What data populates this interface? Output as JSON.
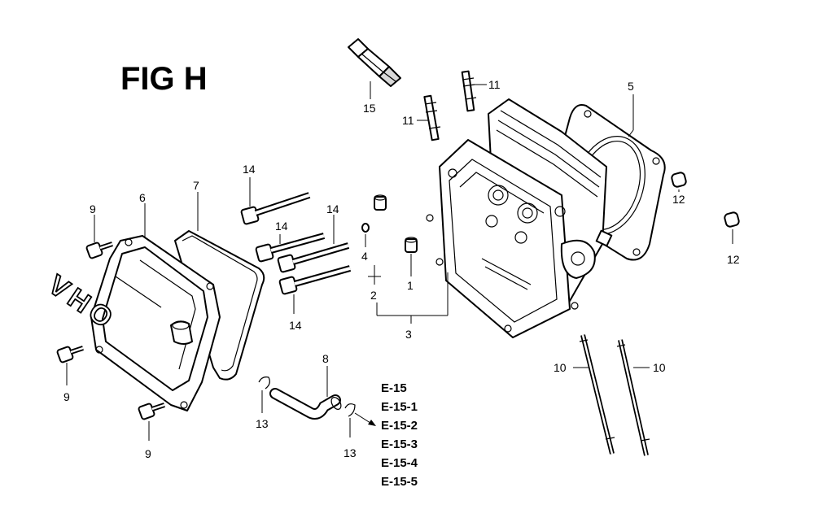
{
  "figure_title": "FIG H",
  "callouts": {
    "c1": "1",
    "c2": "2",
    "c3": "3",
    "c4": "4",
    "c5": "5",
    "c6": "6",
    "c7": "7",
    "c8": "8",
    "c9a": "9",
    "c9b": "9",
    "c9c": "9",
    "c10a": "10",
    "c10b": "10",
    "c11a": "11",
    "c11b": "11",
    "c12a": "12",
    "c12b": "12",
    "c13a": "13",
    "c13b": "13",
    "c14a": "14",
    "c14b": "14",
    "c14c": "14",
    "c14d": "14",
    "c15": "15"
  },
  "reference_codes": [
    "E-15",
    "E-15-1",
    "E-15-2",
    "E-15-3",
    "E-15-4",
    "E-15-5"
  ],
  "cover_emboss": "OHV"
}
